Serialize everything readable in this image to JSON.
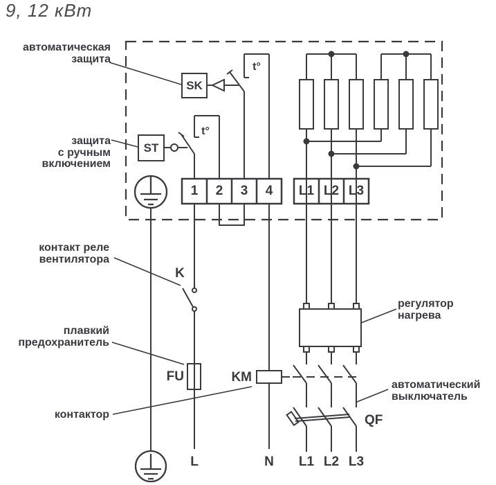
{
  "title": "9, 12 кВт",
  "colors": {
    "line": "#3a3a3e",
    "text": "#3a3a3e",
    "background": "#ffffff"
  },
  "callouts": {
    "auto_protection": "автоматическая\nзащита",
    "manual_protection": "защита\nс ручным\nвключением",
    "fan_relay_contact": "контакт реле\nвентилятора",
    "fuse": "плавкий\nпредохранитель",
    "contactor": "контактор",
    "heat_regulator": "регулятор\nнагрева",
    "circuit_breaker": "автоматический\nвыключатель"
  },
  "components": {
    "sk": "SK",
    "st": "ST",
    "thermostat_small": "t°",
    "thermostat_tall": "t°",
    "fan_relay": "K",
    "fuse": "FU",
    "contactor_coil": "KM",
    "breaker": "QF"
  },
  "terminal_block_control": [
    "1",
    "2",
    "3",
    "4"
  ],
  "terminal_block_power": [
    "L1",
    "L2",
    "L3"
  ],
  "bottom_terminals": {
    "line": "L",
    "neutral": "N",
    "l1": "L1",
    "l2": "L2",
    "l3": "L3"
  }
}
